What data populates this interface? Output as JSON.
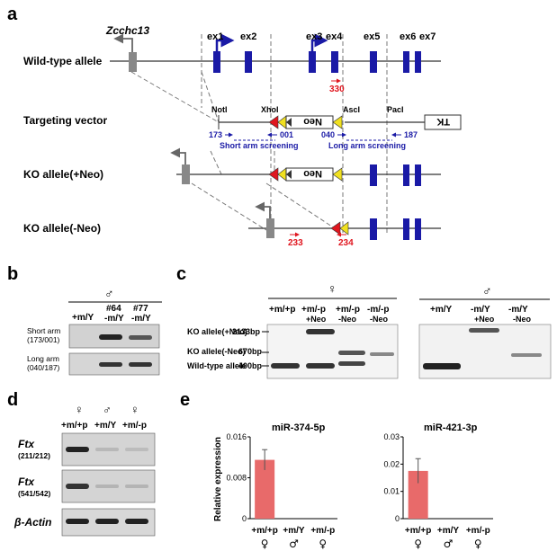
{
  "panels": {
    "a": "a",
    "b": "b",
    "c": "c",
    "d": "d",
    "e": "e"
  },
  "a": {
    "gene": "Zcchc13",
    "exons": [
      "ex1",
      "ex2",
      "ex3",
      "ex4",
      "ex5",
      "ex6",
      "ex7"
    ],
    "rows": [
      "Wild-type allele",
      "Targeting vector",
      "KO allele(+Neo)",
      "KO allele(-Neo)"
    ],
    "sites": [
      "NotI",
      "XhoI",
      "AscI",
      "PacI"
    ],
    "neo": "Neo",
    "tk": "TK",
    "primers": {
      "p330": "330",
      "p173": "173",
      "p001": "001",
      "p040": "040",
      "p187": "187",
      "p233": "233",
      "p234": "234"
    },
    "screening": {
      "short": "Short arm screening",
      "long": "Long arm screening"
    },
    "colors": {
      "exon": "#1a1aa6",
      "primer_red": "#e0161f",
      "primer_blue": "#1a1aa6",
      "neo_yellow": "#f0e020",
      "loxp_red": "#e0161f"
    }
  },
  "b": {
    "sex": "♂",
    "lanes": [
      {
        "top": "",
        "main": "+m/Y"
      },
      {
        "top": "#64",
        "main": "-m/Y"
      },
      {
        "top": "#77",
        "main": "-m/Y"
      }
    ],
    "rows": [
      {
        "line1": "Short arm",
        "line2": "(173/001)"
      },
      {
        "line1": "Long arm",
        "line2": "(040/187)"
      }
    ]
  },
  "c": {
    "female_sex": "♀",
    "male_sex": "♂",
    "female_lanes": [
      {
        "main": "+m/+p",
        "sub": ""
      },
      {
        "main": "+m/-p",
        "sub": "+Neo"
      },
      {
        "main": "+m/-p",
        "sub": "-Neo"
      },
      {
        "main": "-m/-p",
        "sub": "-Neo"
      }
    ],
    "male_lanes": [
      {
        "main": "+m/Y",
        "sub": ""
      },
      {
        "main": "-m/Y",
        "sub": "+Neo"
      },
      {
        "main": "-m/Y",
        "sub": "-Neo"
      }
    ],
    "bands": [
      {
        "label": "KO allele(+Neo)",
        "size": "2133bp"
      },
      {
        "label": "KO allele(-Neo)",
        "size": "670bp"
      },
      {
        "label": "Wild-type allele",
        "size": "400bp"
      }
    ]
  },
  "d": {
    "lanes": [
      {
        "sex": "♀",
        "main": "+m/+p"
      },
      {
        "sex": "♂",
        "main": "+m/Y"
      },
      {
        "sex": "♀",
        "main": "+m/-p"
      }
    ],
    "rows": [
      {
        "gene": "Ftx",
        "primers": "(211/212)"
      },
      {
        "gene": "Ftx",
        "primers": "(541/542)"
      },
      {
        "gene": "β-Actin",
        "primers": ""
      }
    ]
  },
  "chart_data": [
    {
      "type": "bar",
      "title": "miR-374-5p",
      "ylabel": "Relative expression",
      "categories": [
        "+m/+p",
        "+m/Y",
        "+m/-p"
      ],
      "category_sex": [
        "♀",
        "♂",
        "♀"
      ],
      "values": [
        0.0115,
        0,
        0
      ],
      "errors": [
        0.002,
        0,
        0
      ],
      "ylim": [
        0,
        0.016
      ],
      "yticks": [
        "0",
        "0.008",
        "0.016"
      ],
      "bar_color": "#e86a6a"
    },
    {
      "type": "bar",
      "title": "miR-421-3p",
      "ylabel": "",
      "categories": [
        "+m/+p",
        "+m/Y",
        "+m/-p"
      ],
      "category_sex": [
        "♀",
        "♂",
        "♀"
      ],
      "values": [
        0.0175,
        0,
        0
      ],
      "errors": [
        0.0045,
        0,
        0
      ],
      "ylim": [
        0,
        0.03
      ],
      "yticks": [
        "0",
        "0.01",
        "0.02",
        "0.03"
      ],
      "bar_color": "#e86a6a"
    }
  ]
}
